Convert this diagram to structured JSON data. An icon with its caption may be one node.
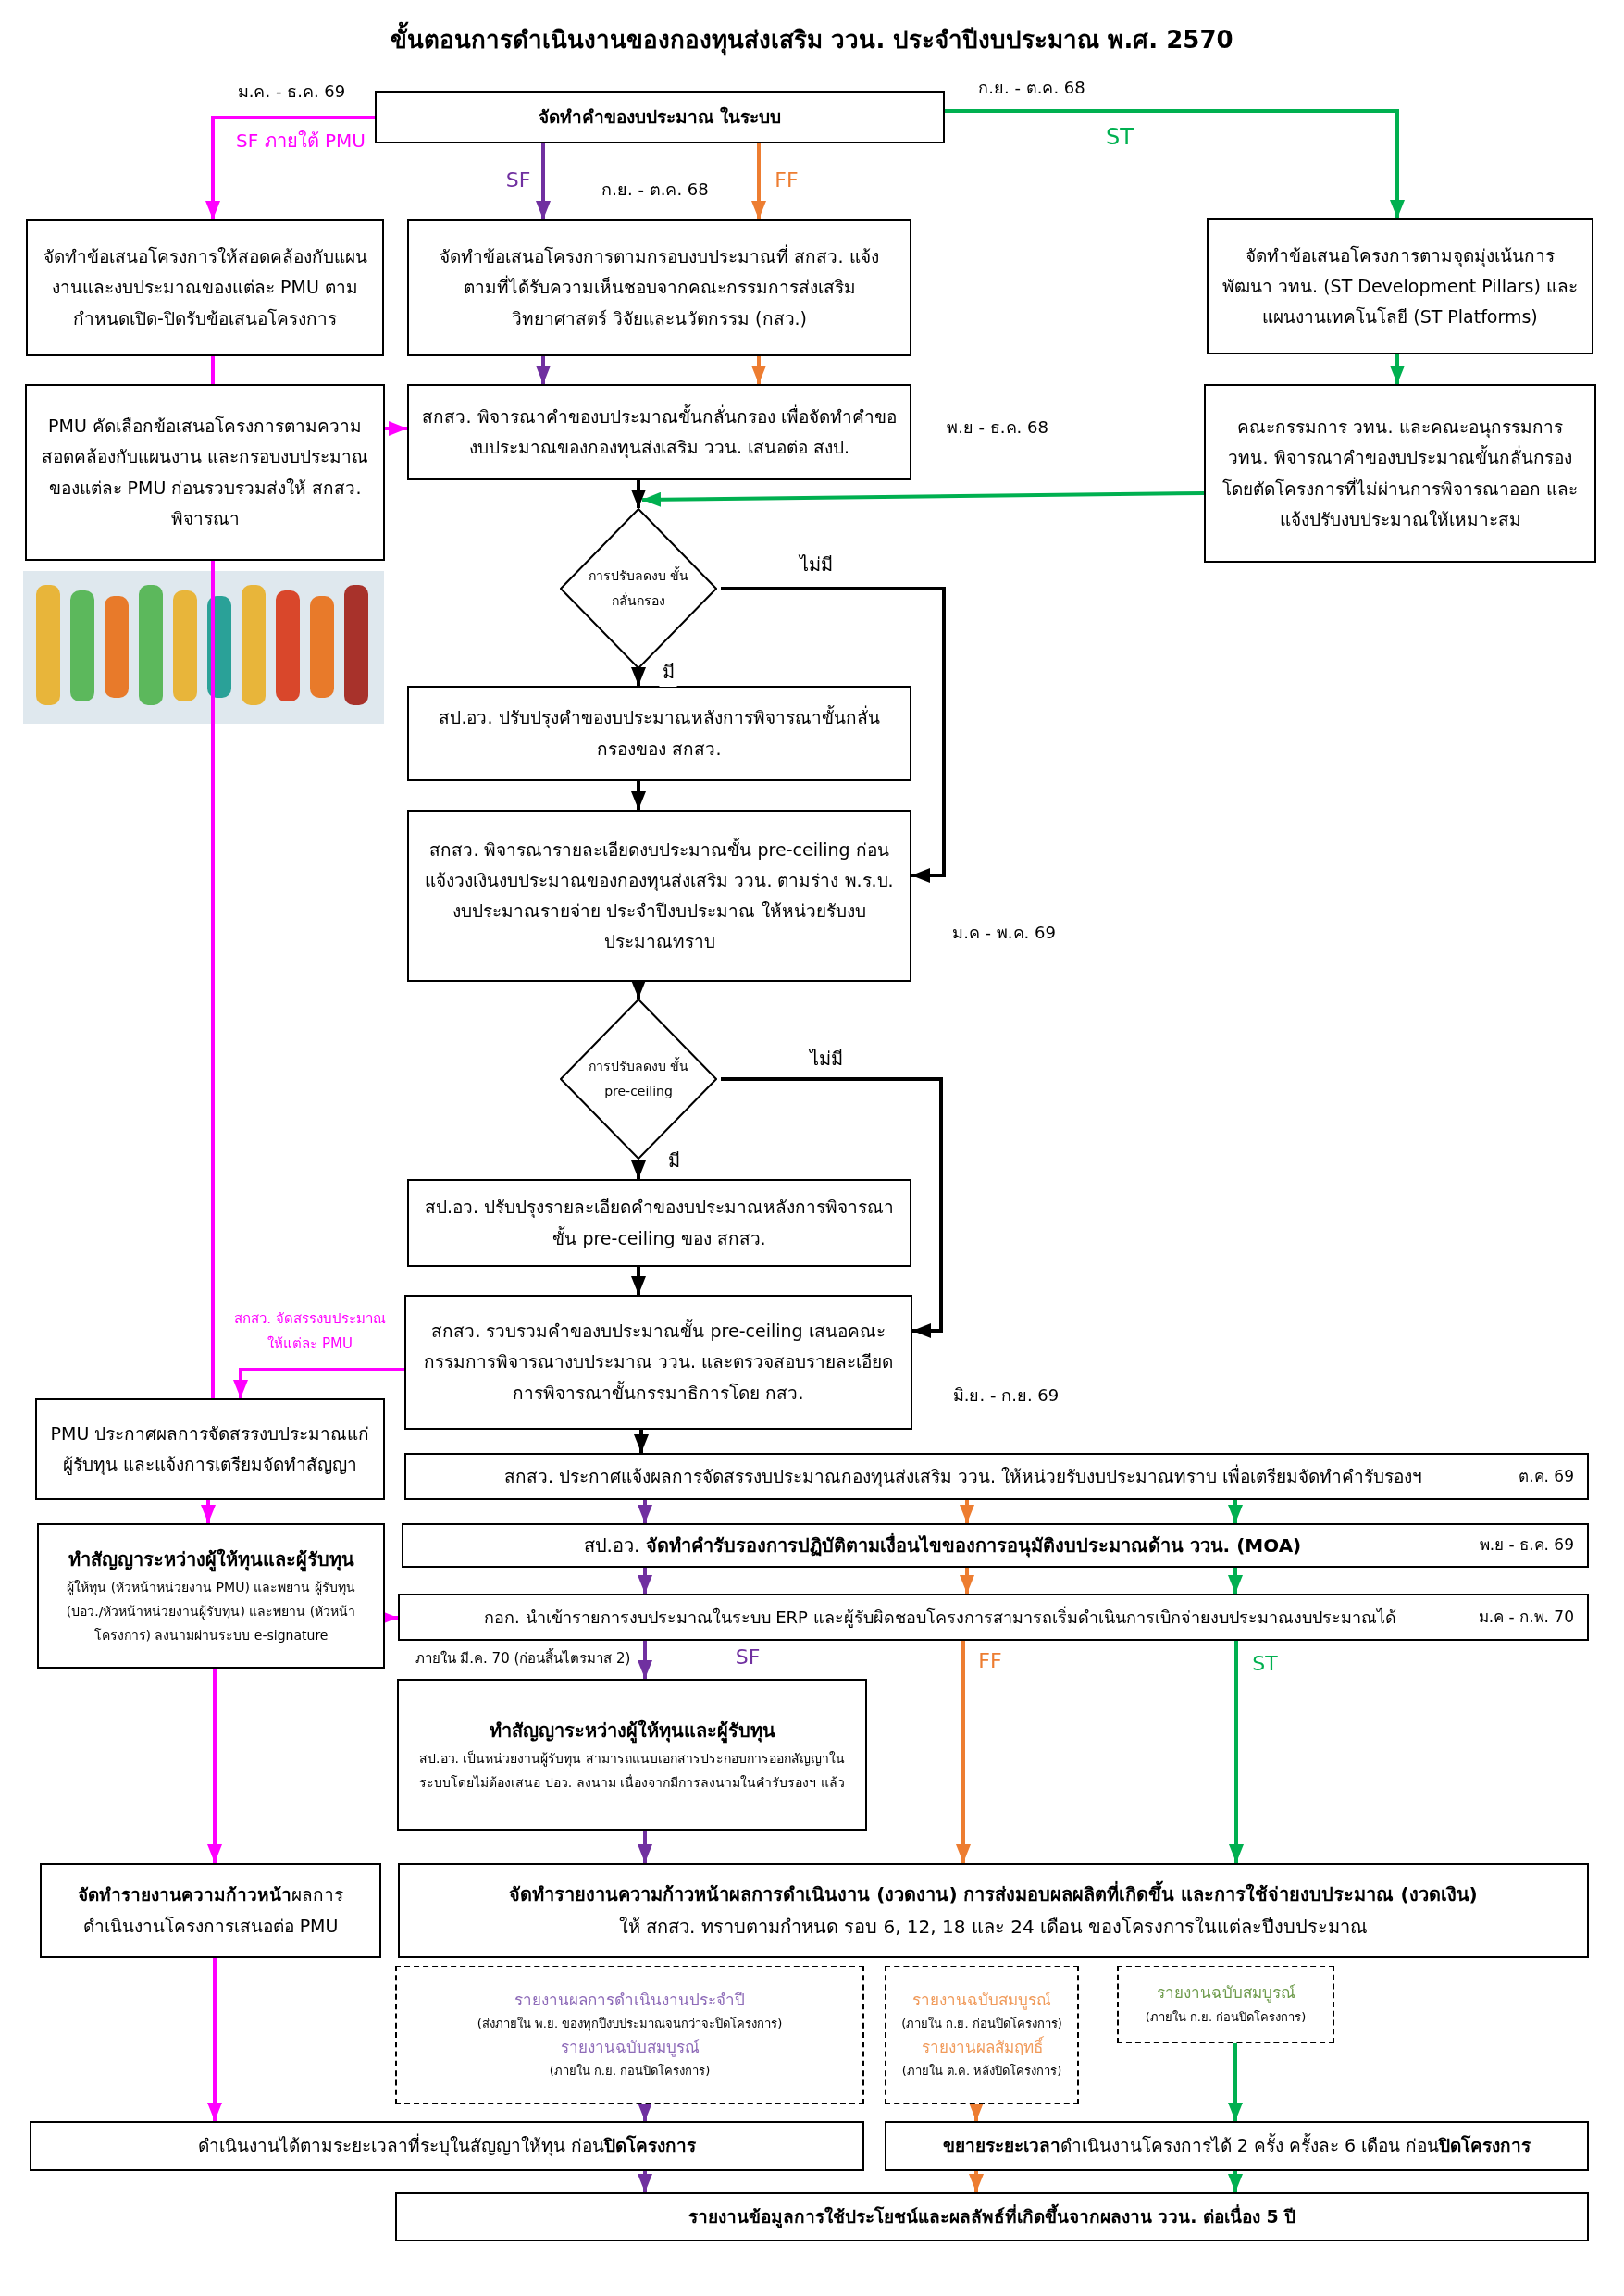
{
  "diagram": {
    "title": "ขั้นตอนการดำเนินงานของกองทุนส่งเสริม ววน. ประจำปีงบประมาณ พ.ศ. 2570",
    "nodes": [
      {
        "text": [
          "จัดทำคำของบประมาณ ในระบบ"
        ]
      },
      {
        "text": [
          "จัดทำข้อเสนอโครงการให้สอดคล้องกับแผนงานและงบประมาณของแต่ละ PMU ตามกำหนดเปิด-ปิดรับข้อเสนอโครงการ"
        ]
      },
      {
        "text": [
          "จัดทำข้อเสนอโครงการตามกรอบงบประมาณที่ สกสว. แจ้ง ตามที่ได้รับความเห็นชอบจากคณะกรรมการส่งเสริมวิทยาศาสตร์ วิจัยและนวัตกรรม (กสว.)"
        ]
      },
      {
        "text": [
          "จัดทำข้อเสนอโครงการตามจุดมุ่งเน้นการพัฒนา วทน. (ST Development Pillars) และแผนงานเทคโนโลยี (ST Platforms)"
        ]
      },
      {
        "text": [
          "PMU คัดเลือกข้อเสนอโครงการตามความสอดคล้องกับแผนงาน และกรอบงบประมาณของแต่ละ PMU ก่อนรวบรวมส่งให้ สกสว. พิจารณา"
        ]
      },
      {
        "text": [
          "สกสว. พิจารณาคำของบประมาณขั้นกลั่นกรอง เพื่อจัดทำคำของบประมาณของกองทุนส่งเสริม ววน. เสนอต่อ สงป."
        ]
      },
      {
        "text": [
          "คณะกรรมการ วทน. และคณะอนุกรรมการ วทน. พิจารณาคำของบประมาณขั้นกลั่นกรอง โดยตัดโครงการที่ไม่ผ่านการพิจารณาออก และแจ้งปรับงบประมาณให้เหมาะสม"
        ]
      },
      {
        "text": [
          "การปรับลดงบ ขั้นกลั่นกรอง"
        ]
      },
      {
        "text": [
          "สป.อว. ปรับปรุงคำของบประมาณหลังการพิจารณาขั้นกลั่นกรองของ สกสว."
        ]
      },
      {
        "text": [
          "สกสว. พิจารณารายละเอียดงบประมาณขั้น pre-ceiling ก่อนแจ้งวงเงินงบประมาณของกองทุนส่งเสริม ววน. ตามร่าง พ.ร.บ. งบประมาณรายจ่าย ประจำปีงบประมาณ ให้หน่วยรับงบประมาณทราบ"
        ]
      },
      {
        "text": [
          "การปรับลดงบ ขั้น pre-ceiling"
        ]
      },
      {
        "text": [
          "สป.อว. ปรับปรุงรายละเอียดคำของบประมาณหลังการพิจารณาขั้น pre-ceiling ของ สกสว."
        ]
      },
      {
        "text": [
          "สกสว. รวบรวมคำของบประมาณขั้น pre-ceiling เสนอคณะกรรมการพิจารณางบประมาณ ววน. และตรวจสอบรายละเอียดการพิจารณาขั้นกรรมาธิการโดย กสว."
        ]
      },
      {
        "text": [
          "PMU ประกาศผลการจัดสรรงบประมาณแก่ผู้รับทุน และแจ้งการเตรียมจัดทำสัญญา"
        ]
      },
      {
        "text": [
          "สกสว. ประกาศแจ้งผลการจัดสรรงบประมาณกองทุนส่งเสริม ววน. ให้หน่วยรับงบประมาณทราบ เพื่อเตรียมจัดทำคำรับรองฯ",
          "ต.ค. 69"
        ]
      },
      {
        "text": [
          "ทำสัญญาระหว่างผู้ให้ทุนและผู้รับทุน",
          "ผู้ให้ทุน (หัวหน้าหน่วยงาน PMU) และพยาน ผู้รับทุน (ปอว./หัวหน้าหน่วยงานผู้รับทุน) และพยาน (หัวหน้าโครงการ) ลงนามผ่านระบบ e-signature"
        ]
      },
      {
        "text": [
          "สป.อว. **จัดทำคำรับรองการปฏิบัติตามเงื่อนไขของการอนุมัติงบประมาณด้าน ววน. (MOA)**",
          "พ.ย - ธ.ค. 69"
        ]
      },
      {
        "text": [
          "กอก. นำเข้ารายการงบประมาณในระบบ ERP และผู้รับผิดชอบโครงการสามารถเริ่มดำเนินการเบิกจ่ายงบประมาณงบประมาณได้",
          "ม.ค - ก.พ. 70"
        ]
      },
      {
        "text": [
          "ทำสัญญาระหว่างผู้ให้ทุนและผู้รับทุน",
          "สป.อว. เป็นหน่วยงานผู้รับทุน สามารถแนบเอกสารประกอบการออกสัญญาในระบบโดยไม่ต้องเสนอ ปอว. ลงนาม เนื่องจากมีการลงนามในคำรับรองฯ แล้ว"
        ]
      },
      {
        "text": [
          "**จัดทำรายงานความก้าวหน้า**ผลการดำเนินงานโครงการเสนอต่อ PMU"
        ]
      },
      {
        "text": [
          "จัดทำรายงานความก้าวหน้าผลการดำเนินงาน (งวดงาน) การส่งมอบผลผลิตที่เกิดขึ้น และการใช้จ่ายงบประมาณ (งวดเงิน)",
          "ให้ สกสว. ทราบตามกำหนด รอบ 6, 12, 18 และ 24 เดือน ของโครงการในแต่ละปีงบประมาณ"
        ]
      },
      {
        "text": [
          "รายงานผลการดำเนินงานประจำปี",
          "(ส่งภายใน พ.ย. ของทุกปีงบประมาณจนกว่าจะปิดโครงการ)",
          "รายงานฉบับสมบูรณ์",
          "(ภายใน ก.ย. ก่อนปิดโครงการ)"
        ]
      },
      {
        "text": [
          "รายงานฉบับสมบูรณ์",
          "(ภายใน ก.ย. ก่อนปิดโครงการ)",
          "รายงานผลสัมฤทธิ์",
          "(ภายใน ต.ค. หลังปิดโครงการ)"
        ]
      },
      {
        "text": [
          "รายงานฉบับสมบูรณ์",
          "(ภายใน ก.ย. ก่อนปิดโครงการ)"
        ]
      },
      {
        "text": [
          "ดำเนินงานได้ตามระยะเวลาที่ระบุในสัญญาให้ทุน ก่อน**ปิดโครงการ**"
        ]
      },
      {
        "text": [
          "**ขยายระยะเวลา**ดำเนินงานโครงการได้ 2 ครั้ง ครั้งละ 6 เดือน ก่อน**ปิดโครงการ**"
        ]
      },
      {
        "text": [
          "รายงานข้อมูลการใช้ประโยชน์และผลลัพธ์ที่เกิดขึ้นจากผลงาน ววน. ต่อเนื่อง 5 ปี"
        ]
      }
    ],
    "edges": [
      {
        "from": 0,
        "to": 1,
        "arrow": "to",
        "label": "SF ภายใต้ PMU",
        "color": "#ff00ff"
      },
      {
        "from": 0,
        "to": 2,
        "arrow": "to",
        "label": "SF",
        "color": "#7030a0"
      },
      {
        "from": 0,
        "to": 2,
        "arrow": "to",
        "label": "FF",
        "color": "#ed7d31"
      },
      {
        "from": 0,
        "to": 3,
        "arrow": "to",
        "label": "ST",
        "color": "#00b050"
      },
      {
        "from": 1,
        "to": 4,
        "arrow": "none",
        "color": "#ff00ff"
      },
      {
        "from": 2,
        "to": 5,
        "arrow": "to",
        "color": "#7030a0"
      },
      {
        "from": 2,
        "to": 5,
        "arrow": "to",
        "color": "#ed7d31"
      },
      {
        "from": 3,
        "to": 6,
        "arrow": "to",
        "color": "#00b050"
      },
      {
        "from": 4,
        "to": 5,
        "arrow": "to",
        "color": "#ff00ff"
      },
      {
        "from": 5,
        "to": 7,
        "arrow": "to",
        "color": "#000000"
      },
      {
        "from": 6,
        "to": 7,
        "arrow": "to",
        "color": "#00b050"
      },
      {
        "from": 7,
        "to": 8,
        "arrow": "to",
        "label": "มี",
        "color": "#000000"
      },
      {
        "from": 7,
        "to": 9,
        "arrow": "to",
        "label": "ไม่มี",
        "color": "#000000"
      },
      {
        "from": 8,
        "to": 9,
        "arrow": "to",
        "color": "#000000"
      },
      {
        "from": 9,
        "to": 10,
        "arrow": "to",
        "color": "#000000"
      },
      {
        "from": 10,
        "to": 11,
        "arrow": "to",
        "label": "มี",
        "color": "#000000"
      },
      {
        "from": 10,
        "to": 12,
        "arrow": "to",
        "label": "ไม่มี",
        "color": "#000000"
      },
      {
        "from": 11,
        "to": 12,
        "arrow": "to",
        "color": "#000000"
      },
      {
        "from": 12,
        "to": 13,
        "arrow": "to",
        "label": "สกสว. จัดสรรงบประมาณ ให้แต่ละ PMU",
        "color": "#ff00ff"
      },
      {
        "from": 4,
        "to": 13,
        "arrow": "none",
        "color": "#ff00ff"
      },
      {
        "from": 12,
        "to": 14,
        "arrow": "to",
        "color": "#000000"
      },
      {
        "from": 13,
        "to": 15,
        "arrow": "to",
        "color": "#ff00ff"
      },
      {
        "from": 14,
        "to": 16,
        "arrow": "to",
        "color": "#7030a0"
      },
      {
        "from": 14,
        "to": 16,
        "arrow": "to",
        "color": "#ed7d31"
      },
      {
        "from": 14,
        "to": 16,
        "arrow": "to",
        "color": "#00b050"
      },
      {
        "from": 16,
        "to": 17,
        "arrow": "to",
        "color": "#7030a0"
      },
      {
        "from": 16,
        "to": 17,
        "arrow": "to",
        "color": "#ed7d31"
      },
      {
        "from": 16,
        "to": 17,
        "arrow": "to",
        "color": "#00b050"
      },
      {
        "from": 15,
        "to": 17,
        "arrow": "to",
        "color": "#ff00ff"
      },
      {
        "from": 17,
        "to": 18,
        "arrow": "to",
        "label": "SF",
        "color": "#7030a0"
      },
      {
        "from": 17,
        "to": 20,
        "arrow": "to",
        "label": "FF",
        "color": "#ed7d31"
      },
      {
        "from": 17,
        "to": 20,
        "arrow": "to",
        "label": "ST",
        "color": "#00b050"
      },
      {
        "from": 18,
        "to": 20,
        "arrow": "to",
        "color": "#7030a0"
      },
      {
        "from": 15,
        "to": 19,
        "arrow": "to",
        "color": "#ff00ff"
      },
      {
        "from": 19,
        "to": 24,
        "arrow": "to",
        "color": "#ff00ff"
      },
      {
        "from": 21,
        "to": 24,
        "arrow": "to",
        "color": "#7030a0"
      },
      {
        "from": 22,
        "to": 25,
        "arrow": "to",
        "color": "#ed7d31"
      },
      {
        "from": 23,
        "to": 25,
        "arrow": "to",
        "color": "#00b050"
      },
      {
        "from": 24,
        "to": 26,
        "arrow": "to",
        "color": "#7030a0"
      },
      {
        "from": 25,
        "to": 26,
        "arrow": "to",
        "color": "#ed7d31"
      },
      {
        "from": 25,
        "to": 26,
        "arrow": "to",
        "color": "#00b050"
      }
    ],
    "labels": [
      "ม.ค. - ธ.ค. 69",
      "ก.ย. - ต.ค. 68",
      "ก.ย. - ต.ค. 68",
      "พ.ย - ธ.ค. 68",
      "ม.ค - พ.ค. 69",
      "มิ.ย. - ก.ย. 69",
      "ภายใน มี.ค. 70 (ก่อนสิ้นไตรมาส 2)"
    ]
  }
}
